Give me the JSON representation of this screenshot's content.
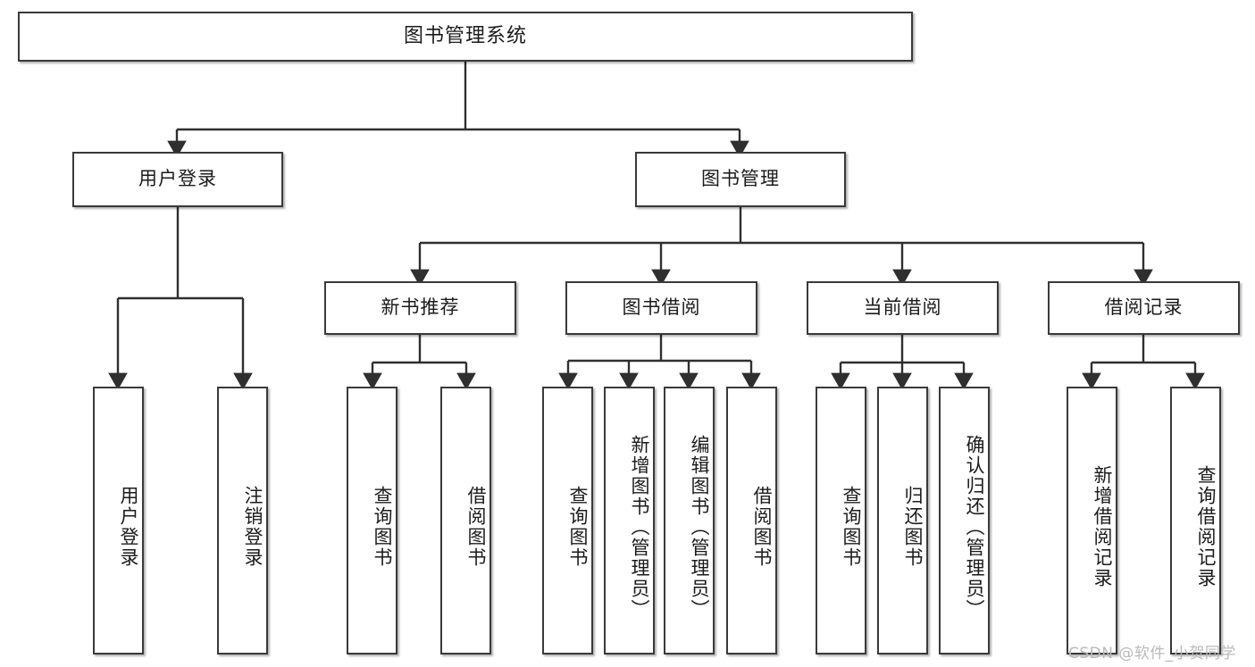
{
  "diagram": {
    "type": "tree",
    "title": "图书管理系统",
    "colors": {
      "box_border": "#3a3a3a",
      "box_fill": "#ffffff",
      "connector": "#2f2f2f",
      "text": "#1b1b1b",
      "watermark": "#b9b9b9"
    },
    "root": {
      "label": "图书管理系统"
    },
    "level2": [
      {
        "label": "用户登录"
      },
      {
        "label": "图书管理"
      }
    ],
    "level3": [
      {
        "label": "新书推荐"
      },
      {
        "label": "图书借阅"
      },
      {
        "label": "当前借阅"
      },
      {
        "label": "借阅记录"
      }
    ],
    "leaves": {
      "user_login": [
        {
          "label": "用户登录"
        },
        {
          "label": "注销登录"
        }
      ],
      "new_book": [
        {
          "label": "查询图书"
        },
        {
          "label": "借阅图书"
        }
      ],
      "book_borrow": [
        {
          "label": "查询图书"
        },
        {
          "label": "新增图书（管理员）"
        },
        {
          "label": "编辑图书（管理员）"
        },
        {
          "label": "借阅图书"
        }
      ],
      "current_borrow": [
        {
          "label": "查询图书"
        },
        {
          "label": "归还图书"
        },
        {
          "label": "确认归还（管理员）"
        }
      ],
      "borrow_record": [
        {
          "label": "新增借阅记录"
        },
        {
          "label": "查询借阅记录"
        }
      ]
    }
  },
  "watermark": {
    "text": "CSDN @软件_小贺同学"
  }
}
